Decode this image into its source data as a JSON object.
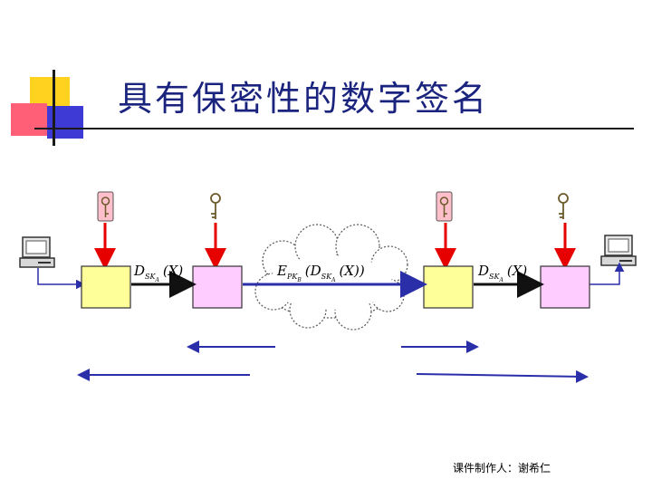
{
  "slide": {
    "title": "具有保密性的数字签名",
    "credit": "课件制作人：谢希仁"
  },
  "diagram": {
    "signed_label": {
      "main": "D",
      "sub": "SK",
      "subsub": "A",
      "arg": "(X)"
    },
    "cipher_label": {
      "outer": "E",
      "outer_sub": "PK",
      "outer_subsub": "B",
      "inner": "D",
      "inner_sub": "SK",
      "inner_subsub": "A",
      "arg": "(X)"
    },
    "colors": {
      "sender_box": "#ffff99",
      "receiver_box": "#ffccff",
      "red_arrow": "#e60000",
      "blue_line": "#2a2ea8",
      "title": "#1a237e"
    }
  }
}
